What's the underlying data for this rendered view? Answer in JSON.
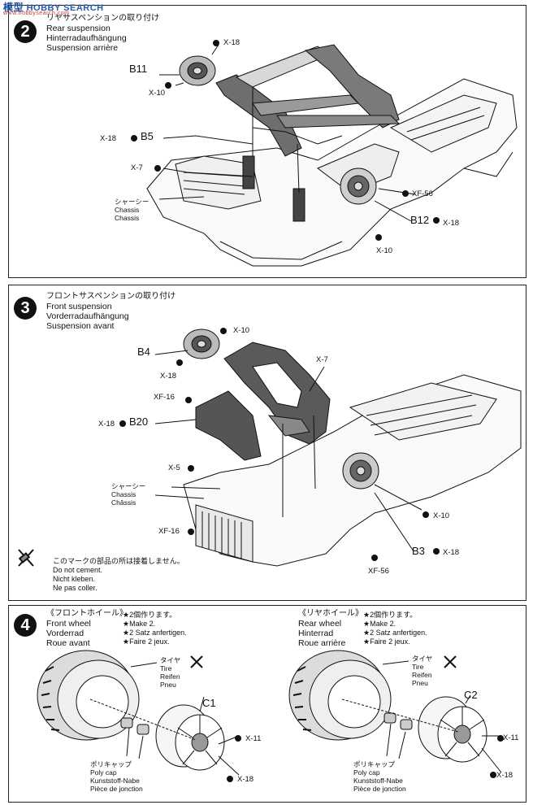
{
  "watermark": {
    "logo": "模型",
    "text": "HOBBY SEARCH",
    "sub": "www.hobbysearch.com"
  },
  "step2": {
    "number": "2",
    "title_jp": "リヤサスペンションの取り付け",
    "title_en": "Rear suspension",
    "title_de": "Hinterradaufhängung",
    "title_fr": "Suspension arrière",
    "labels": {
      "b11": "B11",
      "b5": "B5",
      "b12": "B12",
      "x18_a": "X-18",
      "x10_a": "X-10",
      "x18_b": "X-18",
      "x7": "X-7",
      "xf56": "XF-56",
      "x18_c": "X-18",
      "x10_b": "X-10"
    },
    "chassis": {
      "jp": "シャーシー",
      "en": "Chassis",
      "de": "Chassis"
    }
  },
  "step3": {
    "number": "3",
    "title_jp": "フロントサスペンションの取り付け",
    "title_en": "Front suspension",
    "title_de": "Vorderradaufhängung",
    "title_fr": "Suspension avant",
    "labels": {
      "b4": "B4",
      "b20": "B20",
      "b3": "B3",
      "x10_a": "X-10",
      "x18_a": "X-18",
      "x7": "X-7",
      "xf16_a": "XF-16",
      "x18_b": "X-18",
      "x5": "X-5",
      "xf16_b": "XF-16",
      "x10_b": "X-10",
      "x18_c": "X-18",
      "xf56": "XF-56"
    },
    "chassis": {
      "jp": "シャーシー",
      "en": "Chassis",
      "de": "Châssis"
    },
    "nocement": {
      "jp": "このマークの部品の所は接着しません。",
      "en": "Do not cement.",
      "de": "Nicht kleben.",
      "fr": "Ne pas coller."
    }
  },
  "step4": {
    "number": "4",
    "front": {
      "title_jp": "《フロントホイール》",
      "title_en": "Front wheel",
      "title_de": "Vorderrad",
      "title_fr": "Roue avant",
      "make_jp": "★2個作ります。",
      "make_en": "★Make 2.",
      "make_de": "★2 Satz anfertigen.",
      "make_fr": "★Faire 2 jeux.",
      "tire_jp": "タイヤ",
      "tire_en": "Tire",
      "tire_de": "Reifen",
      "tire_fr": "Pneu",
      "wheel": "C1",
      "x11": "X-11",
      "x18": "X-18",
      "cap_jp": "ポリキャップ",
      "cap_en": "Poly cap",
      "cap_de": "Kunststoff-Nabe",
      "cap_fr": "Pièce de jonction"
    },
    "rear": {
      "title_jp": "《リヤホイール》",
      "title_en": "Rear wheel",
      "title_de": "Hinterrad",
      "title_fr": "Roue arrière",
      "make_jp": "★2個作ります。",
      "make_en": "★Make 2.",
      "make_de": "★2 Satz anfertigen.",
      "make_fr": "★Faire 2 jeux.",
      "tire_jp": "タイヤ",
      "tire_en": "Tire",
      "tire_de": "Reifen",
      "tire_fr": "Pneu",
      "wheel": "C2",
      "x11": "X-11",
      "x18": "X-18",
      "cap_jp": "ポリキャップ",
      "cap_en": "Poly cap",
      "cap_de": "Kunststoff-Nabe",
      "cap_fr": "Pièce de jonction"
    }
  }
}
